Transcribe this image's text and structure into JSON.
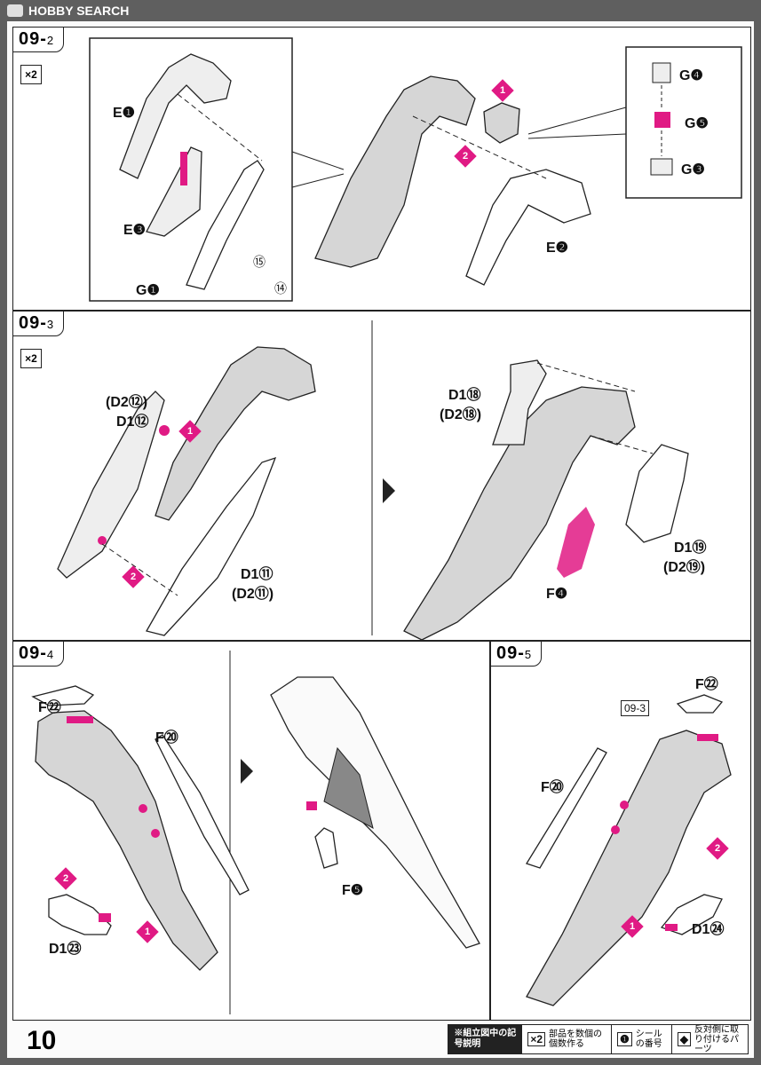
{
  "header": {
    "brand": "HOBBY SEARCH"
  },
  "steps": {
    "s2": {
      "label": "09-",
      "sub": "2",
      "multiplier": "×2"
    },
    "s3": {
      "label": "09-",
      "sub": "3",
      "multiplier": "×2"
    },
    "s4": {
      "label": "09-",
      "sub": "4"
    },
    "s5": {
      "label": "09-",
      "sub": "5",
      "ref": "09-3"
    }
  },
  "parts": {
    "e1": "E❶",
    "e3": "E❸",
    "g1": "G❶",
    "e2": "E❷",
    "g4": "G❹",
    "g5": "G❺",
    "g3": "G❸",
    "s15": "⑮",
    "s14": "⑭",
    "d2_12": "(D2⑫)",
    "d1_12": "D1⑫",
    "d1_11": "D1⑪",
    "d2_11": "(D2⑪)",
    "d1_18": "D1⑱",
    "d2_18": "(D2⑱)",
    "d1_19": "D1⑲",
    "d2_19": "(D2⑲)",
    "f4": "F❹",
    "f22a": "F㉒",
    "f20a": "F⑳",
    "d1_23": "D1㉓",
    "f5": "F❺",
    "f22b": "F㉒",
    "f20b": "F⑳",
    "d1_24": "D1㉔"
  },
  "pins": {
    "one": "1",
    "two": "2"
  },
  "footer": {
    "page_number": "10",
    "legend_title": "※組立図中の記号説明",
    "legend": [
      {
        "sym": "×2",
        "text": "部品を数個の個数作る"
      },
      {
        "sym": "❶",
        "text": "シールの番号"
      },
      {
        "sym": "◆",
        "text": "反対側に取り付けるパーツ"
      }
    ]
  },
  "colors": {
    "accent": "#e01a84",
    "part_fill": "#d6d6d6",
    "line": "#222222"
  }
}
